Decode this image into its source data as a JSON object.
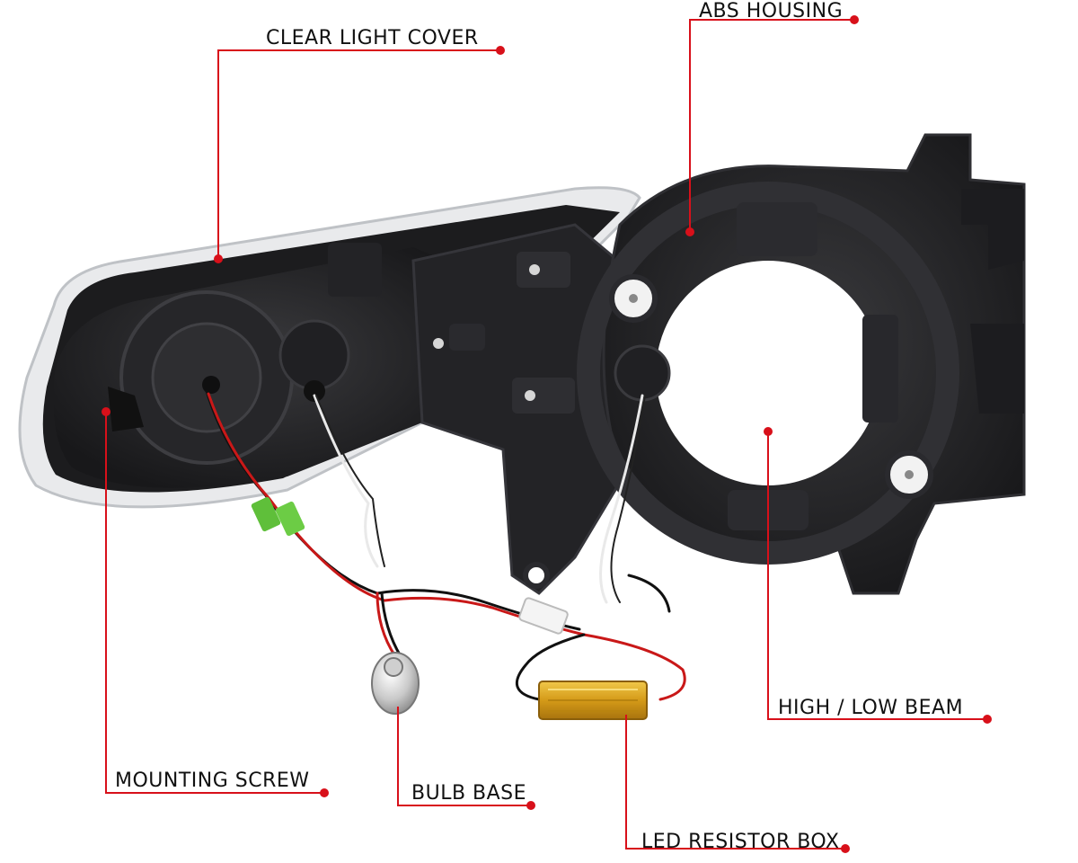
{
  "callouts": {
    "clear_light_cover": "CLEAR LIGHT COVER",
    "abs_housing": "ABS HOUSING",
    "high_low_beam": "HIGH / LOW BEAM",
    "mounting_screw": "MOUNTING SCREW",
    "bulb_base": "BULB BASE",
    "led_resistor_box": "LED RESISTOR BOX"
  },
  "colors": {
    "callout_line": "#d8101a",
    "housing_dark": "#1e1e20",
    "housing_mid": "#2c2c2f",
    "resistor_gold": "#d9a521",
    "background": "#ffffff"
  }
}
